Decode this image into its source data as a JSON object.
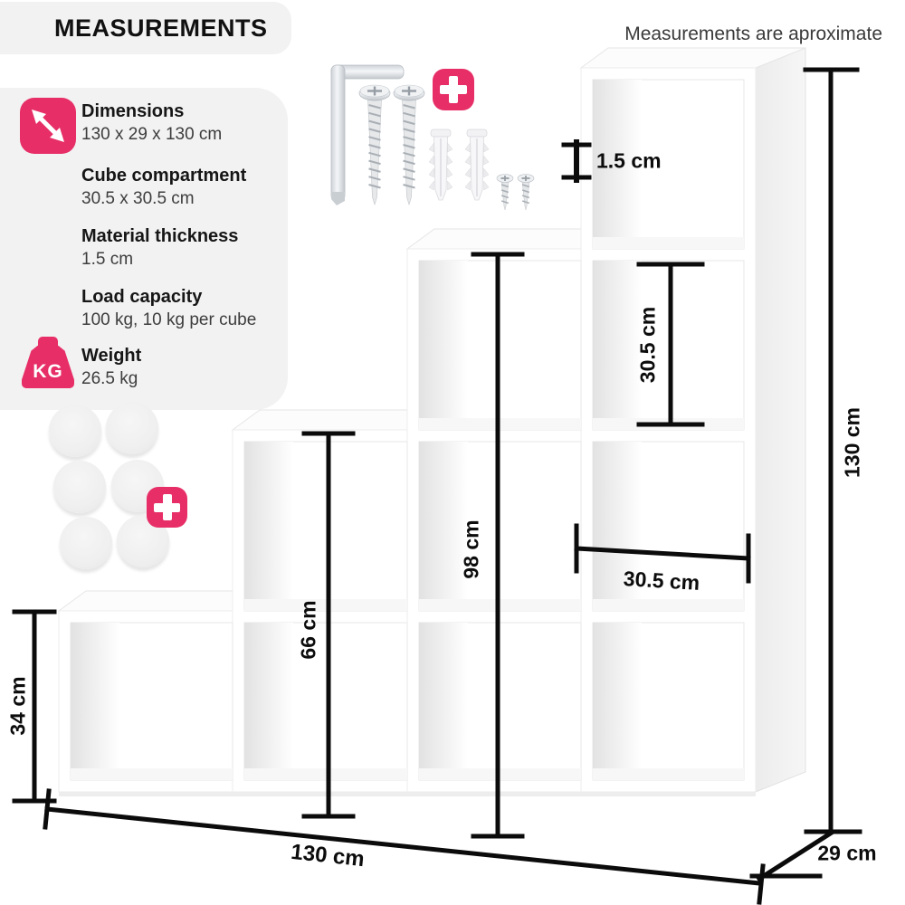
{
  "colors": {
    "accent": "#e72e67",
    "panel": "#f2f2f2",
    "line": "#0b0b0b"
  },
  "title": "MEASUREMENTS",
  "disclaimer": "Measurements are aproximate",
  "specs": [
    {
      "icon": "diagonal-double-arrow",
      "label": "Dimensions",
      "value": "130 x 29 x 130 cm"
    },
    {
      "icon": "",
      "label": "Cube compartment",
      "value": "30.5 x 30.5 cm"
    },
    {
      "icon": "",
      "label": "Material thickness",
      "value": "1.5 cm"
    },
    {
      "icon": "",
      "label": "Load capacity",
      "value": "100 kg, 10 kg per cube"
    },
    {
      "icon": "kg-weight",
      "label": "Weight",
      "value": "26.5 kg"
    }
  ],
  "kg_badge": "KG",
  "icons": {
    "dimensions": "diagonal-double-arrow",
    "weight": "kg-weight",
    "included_extras": "plus",
    "hardware": [
      "allen-key",
      "screw",
      "screw",
      "wall-plug",
      "wall-plug",
      "small-screw",
      "small-screw"
    ],
    "felt_pads_count": 6
  },
  "annotations": {
    "thickness": "1.5 cm",
    "cube_height": "30.5 cm",
    "cube_width": "30.5 cm",
    "h3": "98 cm",
    "h2": "66 cm",
    "h1": "34 cm",
    "width": "130 cm",
    "depth": "29 cm",
    "height": "130 cm"
  }
}
